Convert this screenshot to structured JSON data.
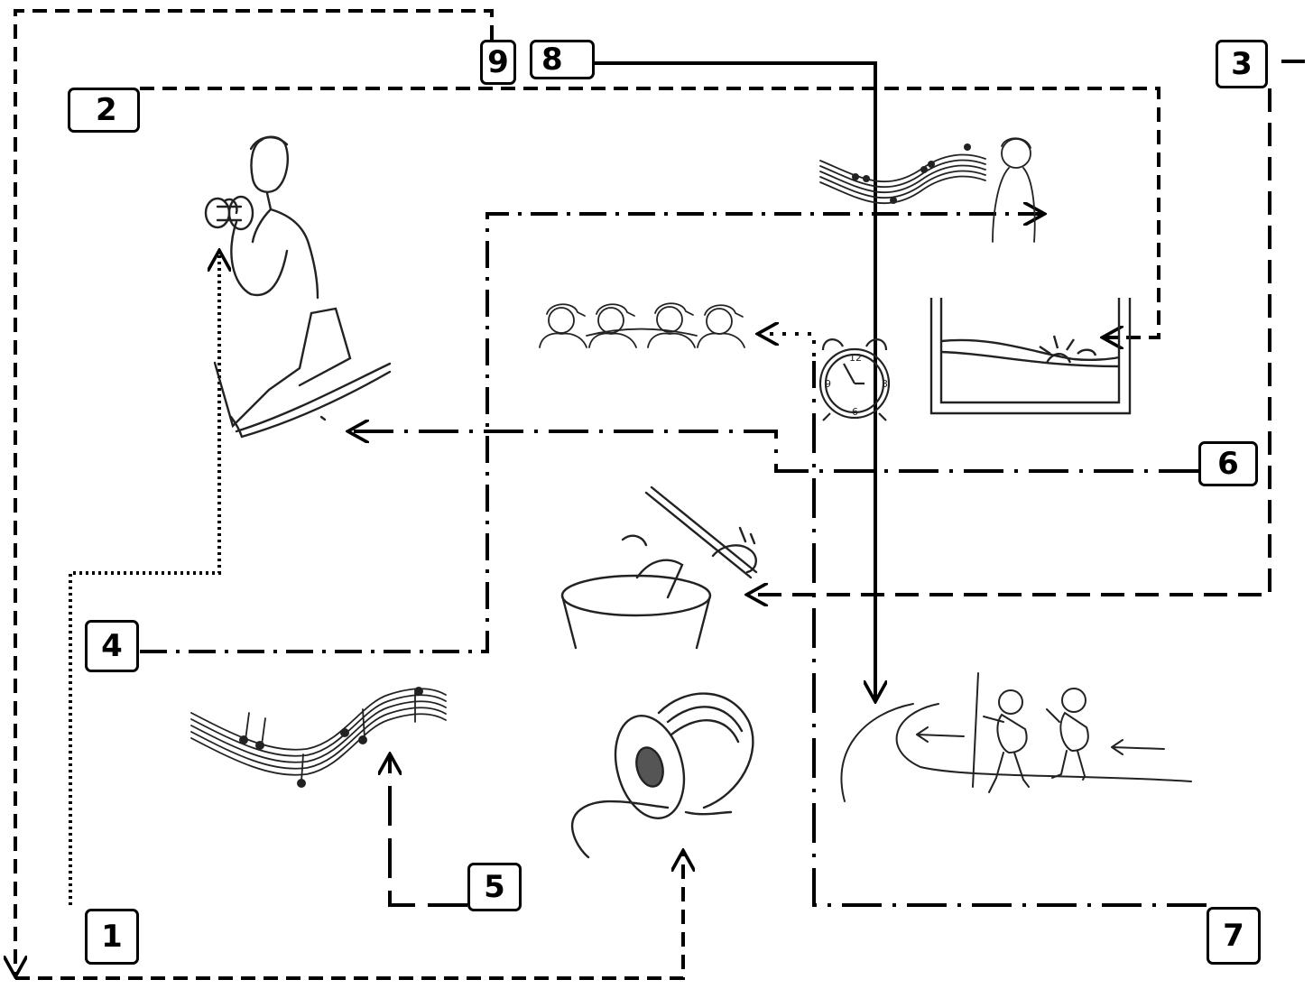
{
  "boxes": {
    "b1": "1",
    "b2": "2",
    "b3": "3",
    "b4": "4",
    "b5": "5",
    "b6": "6",
    "b7": "7",
    "b8": "8",
    "b9": "9"
  },
  "clock_numbers": {
    "n12": "12",
    "n3": "3",
    "n6": "6",
    "n9": "9"
  },
  "pictures": [
    "man-with-dumbbell-icon",
    "sleeve-icon",
    "group-of-boys-icon",
    "alarm-clock-icon",
    "window-sunrise-icon",
    "singing-boy-icon",
    "drum-icon",
    "music-staff-icon",
    "thread-spool-icon",
    "hikers-walking-icon"
  ],
  "colors": {
    "line": "#000000",
    "background": "#ffffff"
  }
}
